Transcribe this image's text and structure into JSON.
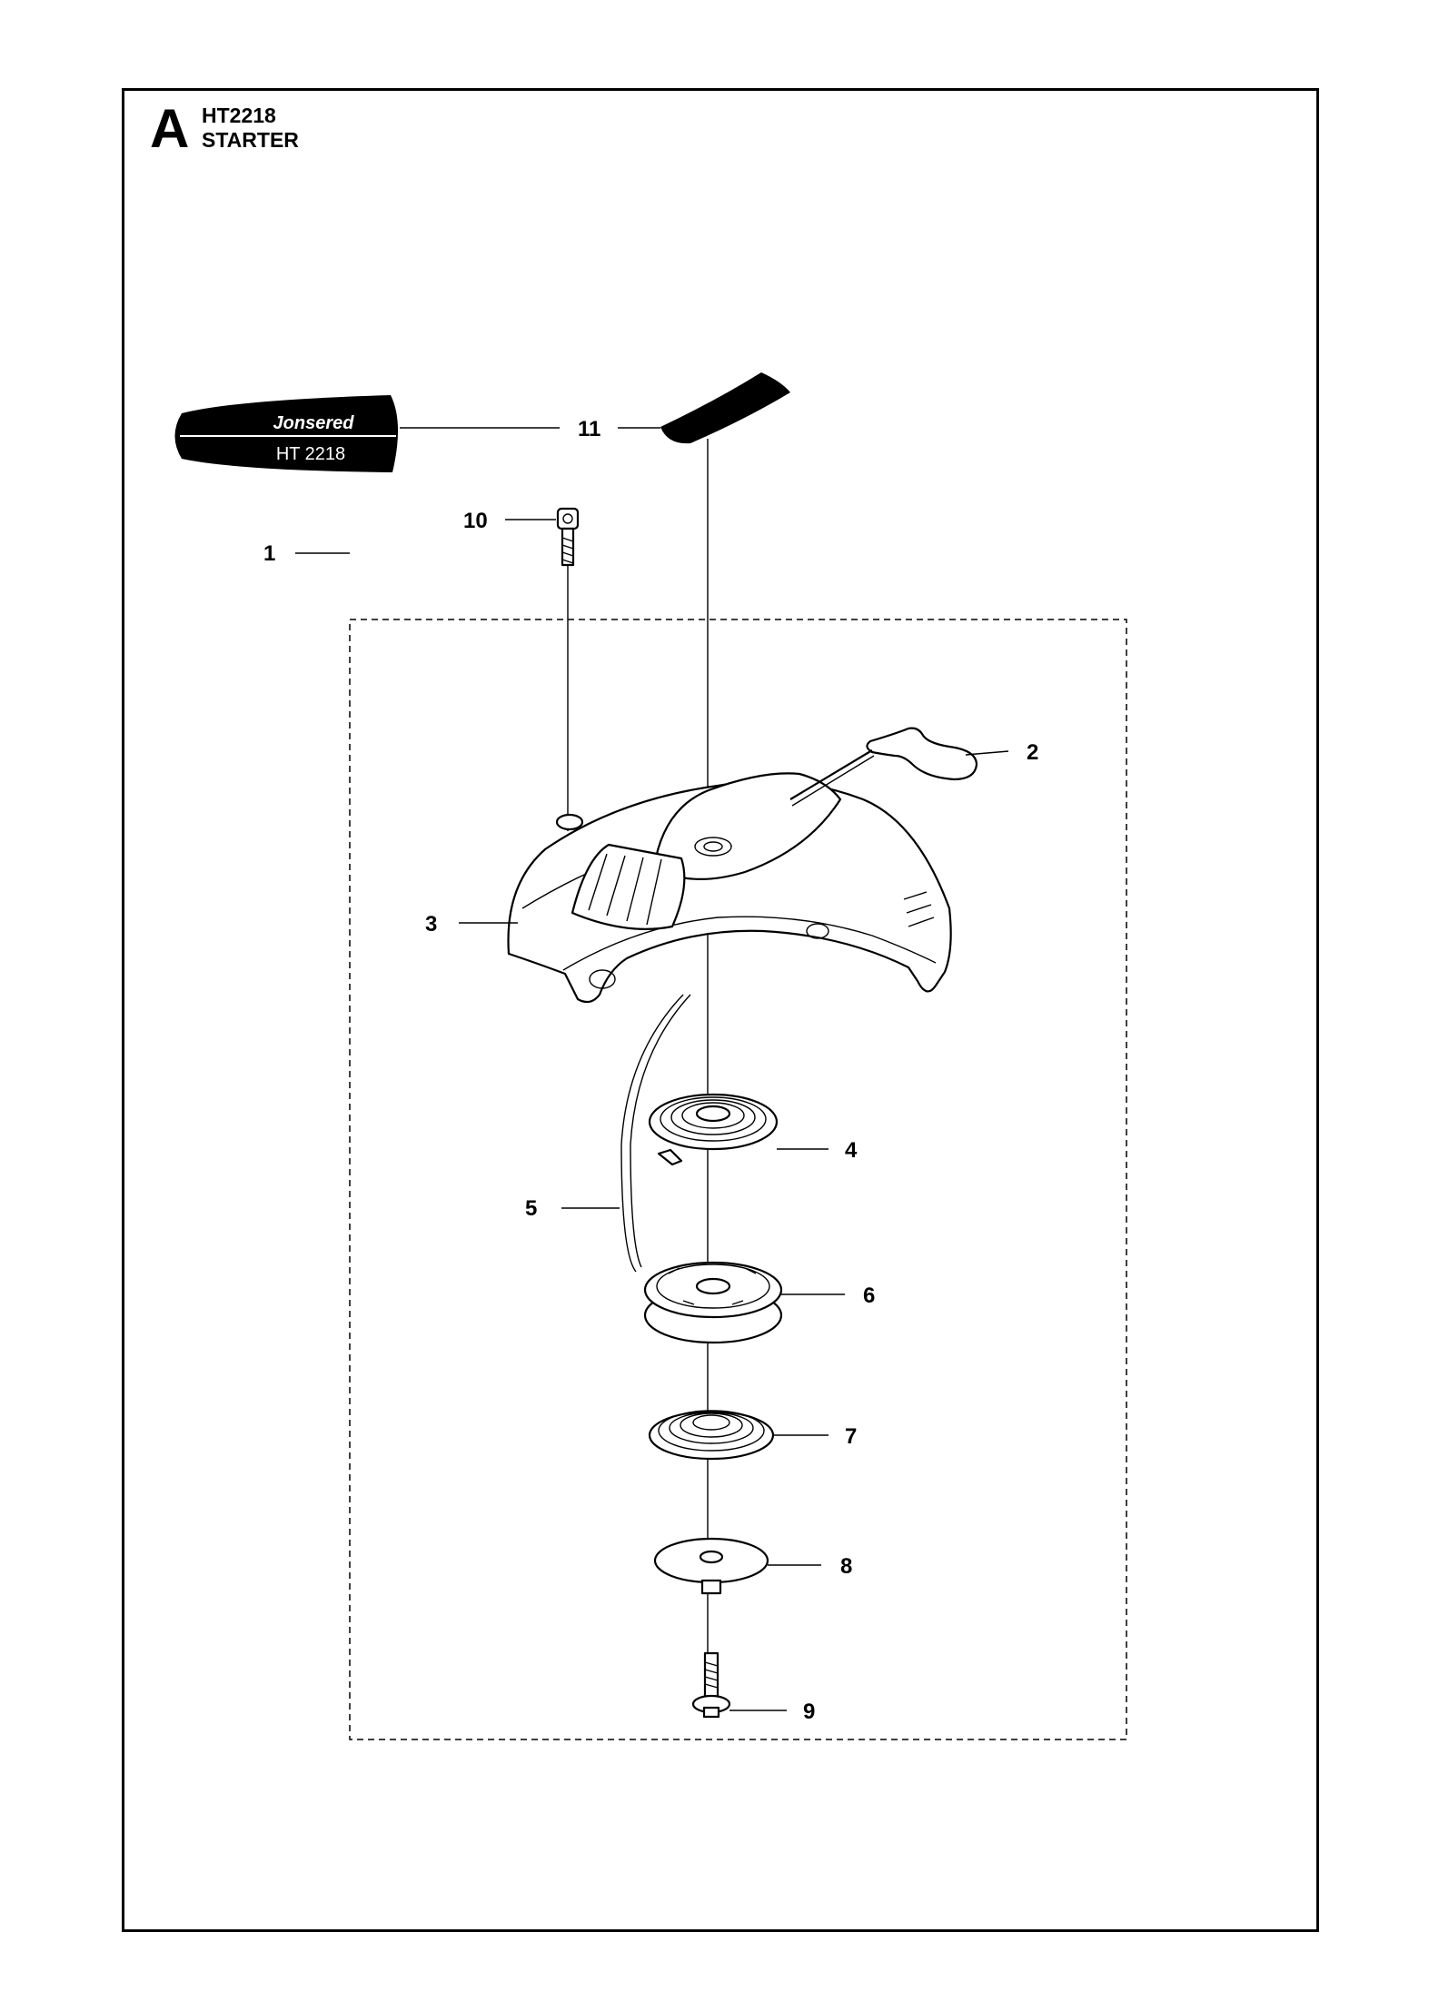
{
  "header": {
    "section_letter": "A",
    "model": "HT2218",
    "title": "STARTER"
  },
  "decal": {
    "brand": "Jonsered",
    "model_text": "HT 2218"
  },
  "callouts": [
    "1",
    "2",
    "3",
    "4",
    "5",
    "6",
    "7",
    "8",
    "9",
    "10",
    "11"
  ]
}
